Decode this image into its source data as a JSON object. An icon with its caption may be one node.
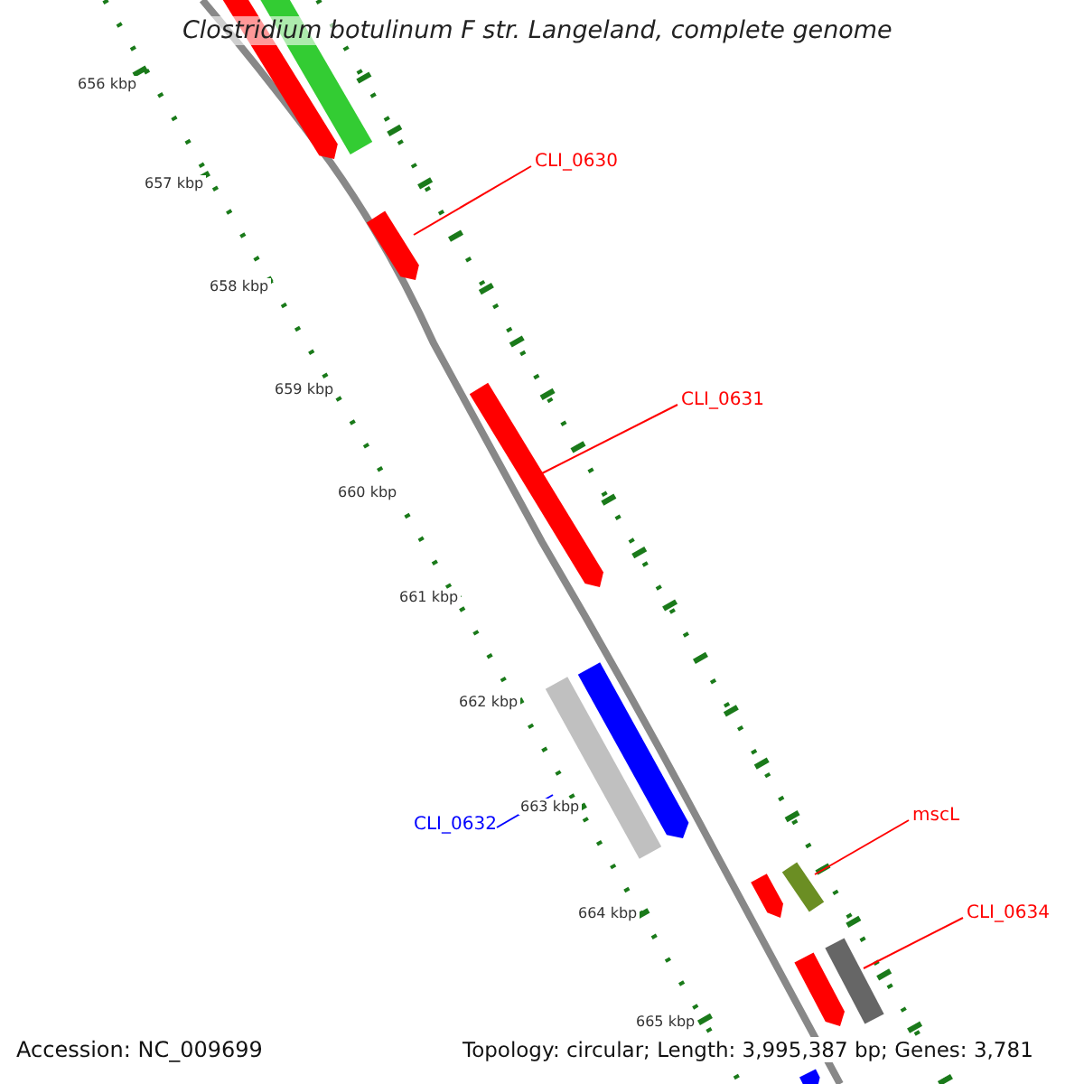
{
  "diagram": {
    "title": "Clostridium botulinum F str. Langeland, complete genome",
    "nodes": [
      {
        "text": [
          "CLI_0630"
        ]
      },
      {
        "text": [
          "CLI_0631"
        ]
      },
      {
        "text": [
          "CLI_0632"
        ]
      },
      {
        "text": [
          "mscL"
        ]
      },
      {
        "text": [
          "CLI_0634"
        ]
      },
      {
        "text": [],
        "shape": "bar"
      },
      {
        "text": [],
        "shape": "bar"
      },
      {
        "text": [],
        "shape": "bar"
      },
      {
        "text": [],
        "shape": "bar"
      },
      {
        "text": [],
        "shape": "bar"
      },
      {
        "text": [],
        "shape": "bar"
      },
      {
        "text": [],
        "shape": "bar"
      },
      {
        "text": [],
        "shape": "bar"
      },
      {
        "text": [],
        "shape": "bar"
      },
      {
        "text": [],
        "shape": "bar"
      },
      {
        "text": [],
        "shape": "bar"
      }
    ],
    "edges": [
      {
        "from": 0,
        "to": 7,
        "arrow": "none"
      },
      {
        "from": 1,
        "to": 8,
        "arrow": "none"
      },
      {
        "from": 2,
        "to": 9,
        "arrow": "none",
        "color": "#0000ff"
      },
      {
        "from": 3,
        "to": 11,
        "arrow": "none"
      },
      {
        "from": 4,
        "to": 13,
        "arrow": "none"
      }
    ],
    "labels": [
      "656 kbp",
      "657 kbp",
      "658 kbp",
      "659 kbp",
      "660 kbp",
      "661 kbp",
      "662 kbp",
      "663 kbp",
      "664 kbp",
      "665 kbp",
      "Accession: NC_009699",
      "Topology: circular; Length: 3,995,387 bp; Genes: 3,781"
    ]
  }
}
